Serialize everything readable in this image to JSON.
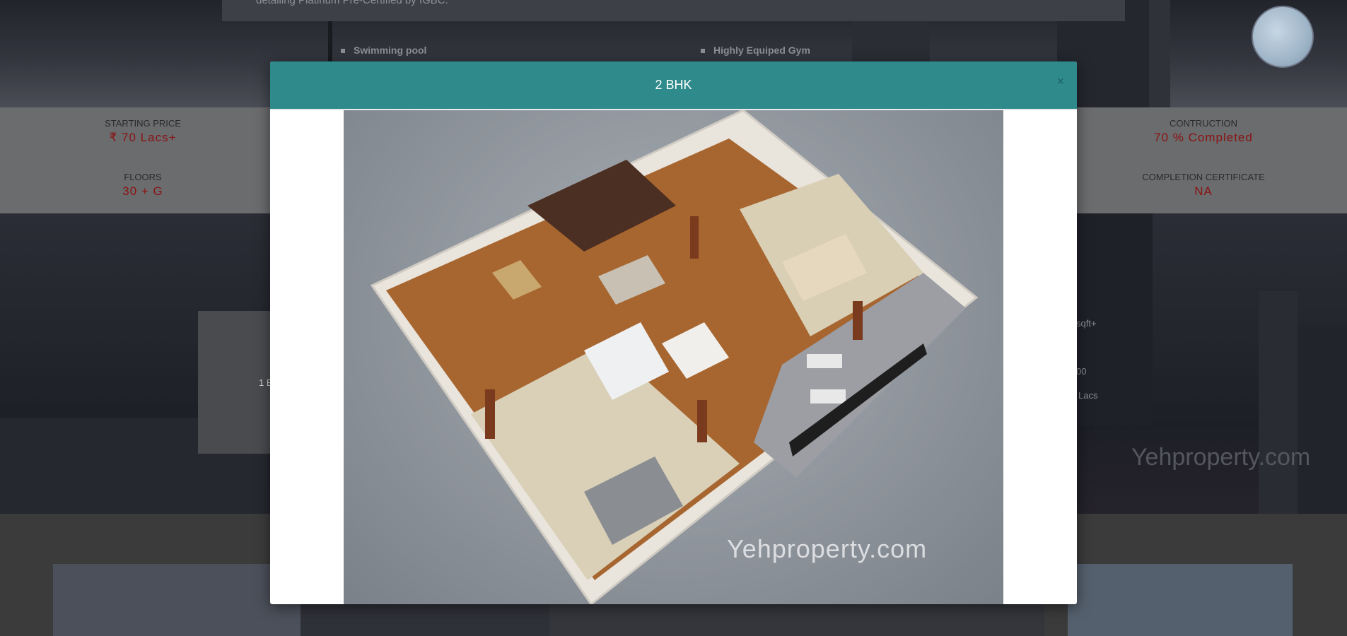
{
  "background": {
    "hero_text": "detailing Platinum Pre-Certified by IGBC.",
    "amenities": [
      "Swimming pool",
      "Highly Equiped Gym"
    ],
    "stats": [
      {
        "label": "STARTING PRICE",
        "value": "₹ 70 Lacs+"
      },
      {
        "label": "CONTRUCTION",
        "value": "70 % Completed"
      },
      {
        "label": "FLOORS",
        "value": "30 + G"
      },
      {
        "label": "COMPLETION CERTIFICATE",
        "value": "NA"
      }
    ],
    "side_texts": [
      "1 B",
      "sqft+",
      "00",
      "Lacs"
    ],
    "watermark": "Yehproperty.com"
  },
  "modal": {
    "title": "2 BHK",
    "close_glyph": "×",
    "image_alt": "2 BHK 3D floor plan",
    "watermark": "Yehproperty.com"
  }
}
